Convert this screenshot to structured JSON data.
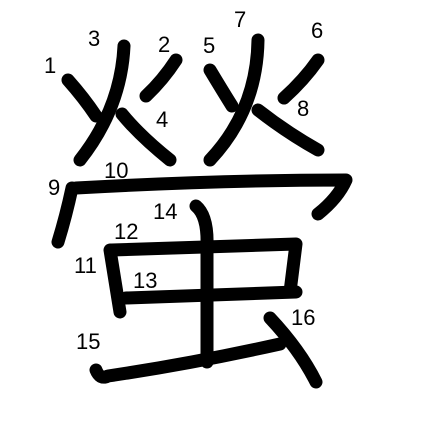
{
  "character": "螢",
  "stroke_numbers": [
    "1",
    "2",
    "3",
    "4",
    "5",
    "6",
    "7",
    "8",
    "9",
    "10",
    "11",
    "12",
    "13",
    "14",
    "15",
    "16"
  ],
  "colors": {
    "ink": "#000000",
    "background": "#ffffff"
  }
}
